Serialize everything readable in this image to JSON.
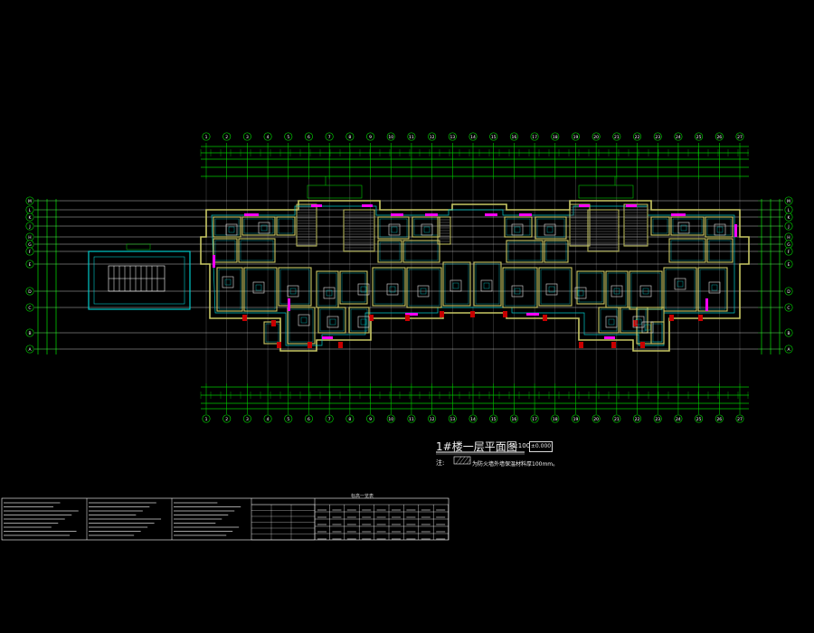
{
  "drawing": {
    "title": "1#楼一层平面图",
    "scale": "1:100",
    "elevation": "±0.000",
    "note_prefix": "注:",
    "note_text": "为防火墙外墙保温材料厚100mm。"
  },
  "colors": {
    "background": "#000000",
    "axis_lines": "#ffffff",
    "grid_green": "#00c800",
    "walls": "#c8c864",
    "rooms": "#00c8c8",
    "fixtures": "#ff00ff",
    "columns": "#c80000"
  },
  "axis_labels": {
    "top": [
      "1",
      "2",
      "3",
      "4",
      "5",
      "6",
      "7",
      "8",
      "9",
      "10",
      "11",
      "12",
      "13",
      "14",
      "15",
      "16",
      "17",
      "18",
      "19",
      "20",
      "21",
      "22",
      "23",
      "24",
      "25",
      "26",
      "27"
    ],
    "left": [
      "M",
      "L",
      "K",
      "J",
      "H",
      "G",
      "F",
      "E",
      "D",
      "C",
      "B",
      "A"
    ],
    "right": [
      "M",
      "L",
      "K",
      "J",
      "H",
      "G",
      "F",
      "E",
      "D",
      "C",
      "B",
      "A"
    ]
  },
  "table": {
    "title": "标高一览表"
  }
}
